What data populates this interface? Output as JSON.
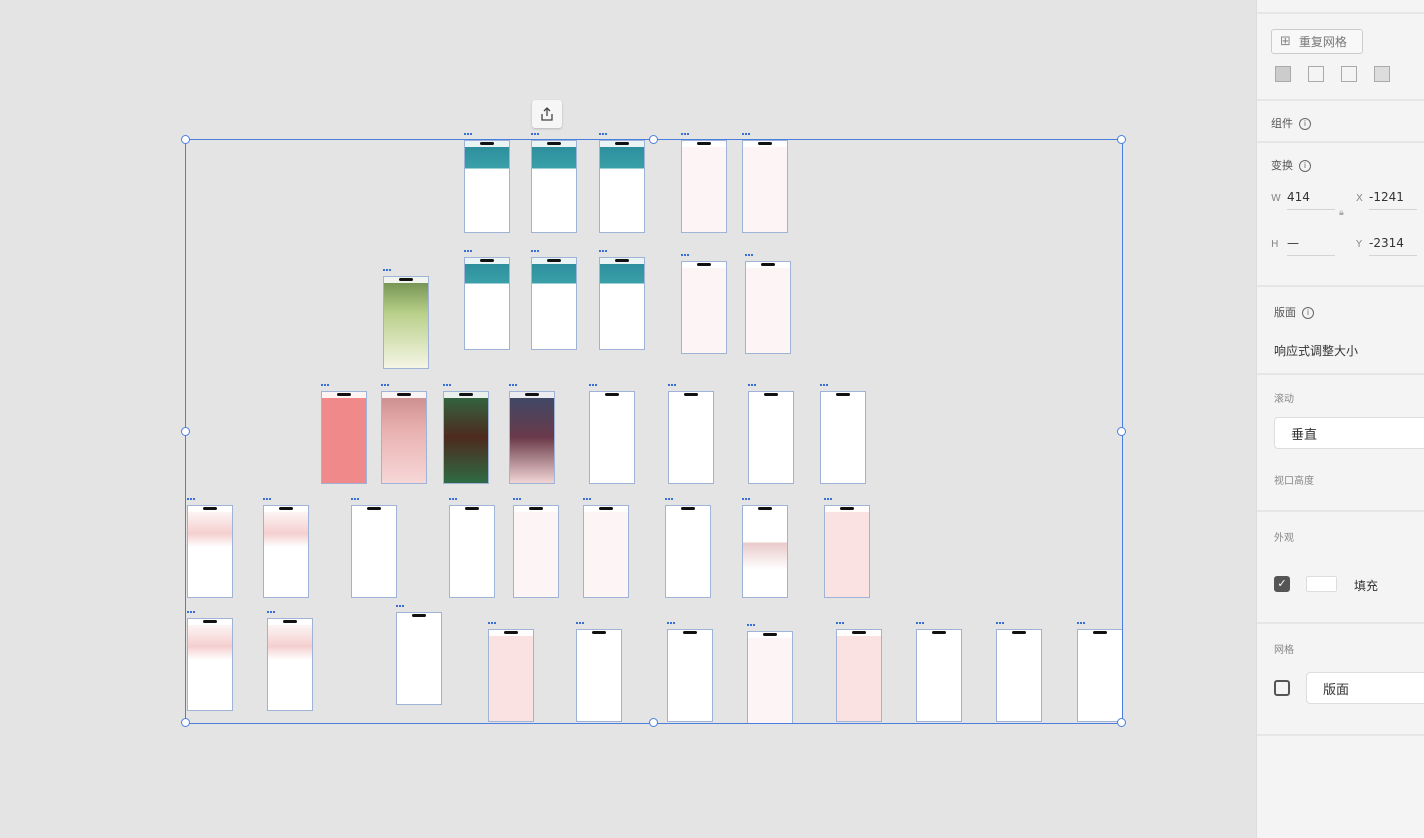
{
  "panel": {
    "repeat_grid": "重复网格",
    "component_label": "组件",
    "transform_label": "变换",
    "w_label": "W",
    "w_value": "414",
    "x_label": "X",
    "x_value": "-1241",
    "h_label": "H",
    "h_value": "—",
    "y_label": "Y",
    "y_value": "-2314",
    "layout_label": "版面",
    "responsive_resize": "响应式调整大小",
    "scroll_label": "滚动",
    "scroll_value": "垂直",
    "viewport_height_label": "视口高度",
    "appearance_label": "外观",
    "fill_label": "填充",
    "fill_checked": true,
    "fill_color": "#ffffff",
    "grid_label": "网格",
    "grid_checked": false,
    "grid_value": "版面"
  },
  "colors": {
    "selection": "#4a7fe0",
    "accent_pink": "#f08a8a",
    "brand_red": "#b5474f"
  }
}
